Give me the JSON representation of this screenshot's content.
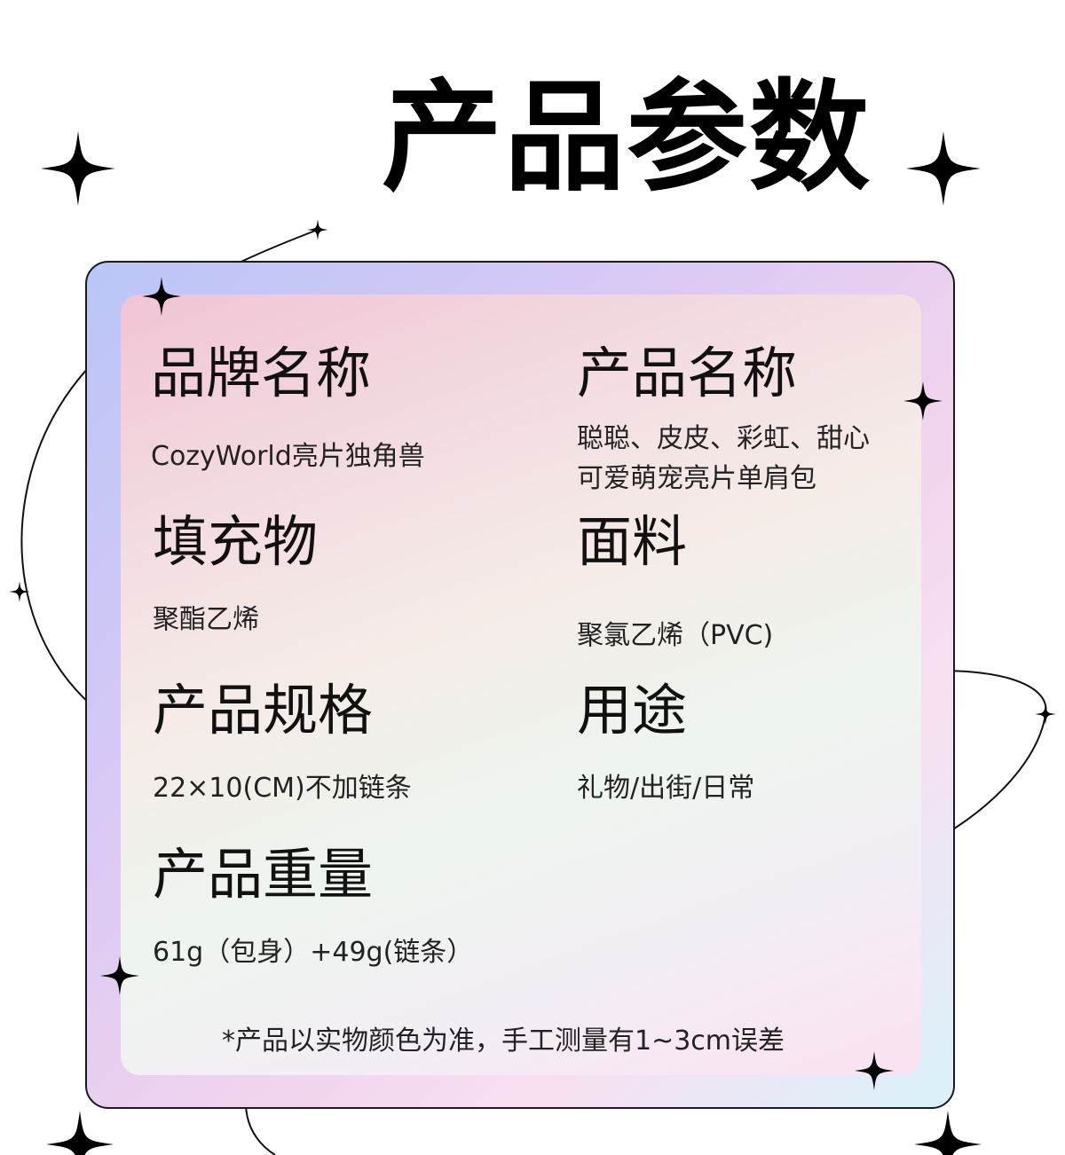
{
  "page": {
    "title": "产品参数"
  },
  "specs": {
    "brand": {
      "label": "品牌名称",
      "value": "CozyWorld亮片独角兽"
    },
    "product_name": {
      "label": "产品名称",
      "value_line1": "聪聪、皮皮、彩虹、甜心",
      "value_line2": "可爱萌宠亮片单肩包"
    },
    "filling": {
      "label": "填充物",
      "value": "聚酯乙烯"
    },
    "fabric": {
      "label": "面料",
      "value": "聚氯乙烯（PVC)"
    },
    "size": {
      "label": "产品规格",
      "value": "22×10(CM)不加链条"
    },
    "usage": {
      "label": "用途",
      "value": "礼物/出街/日常"
    },
    "weight": {
      "label": "产品重量",
      "value": "61g（包身）+49g(链条）"
    }
  },
  "footnote": "*产品以实物颜色为准，手工测量有1~3cm误差",
  "colors": {
    "title": "#000000",
    "card_border": "#1a1a1a",
    "gradient_blue": "#b9c6f7",
    "gradient_pink": "#f1c4d5",
    "gradient_mint": "#eef5ef",
    "gradient_cyan": "#d9f2fb"
  },
  "icons": [
    "sparkle-icon"
  ]
}
